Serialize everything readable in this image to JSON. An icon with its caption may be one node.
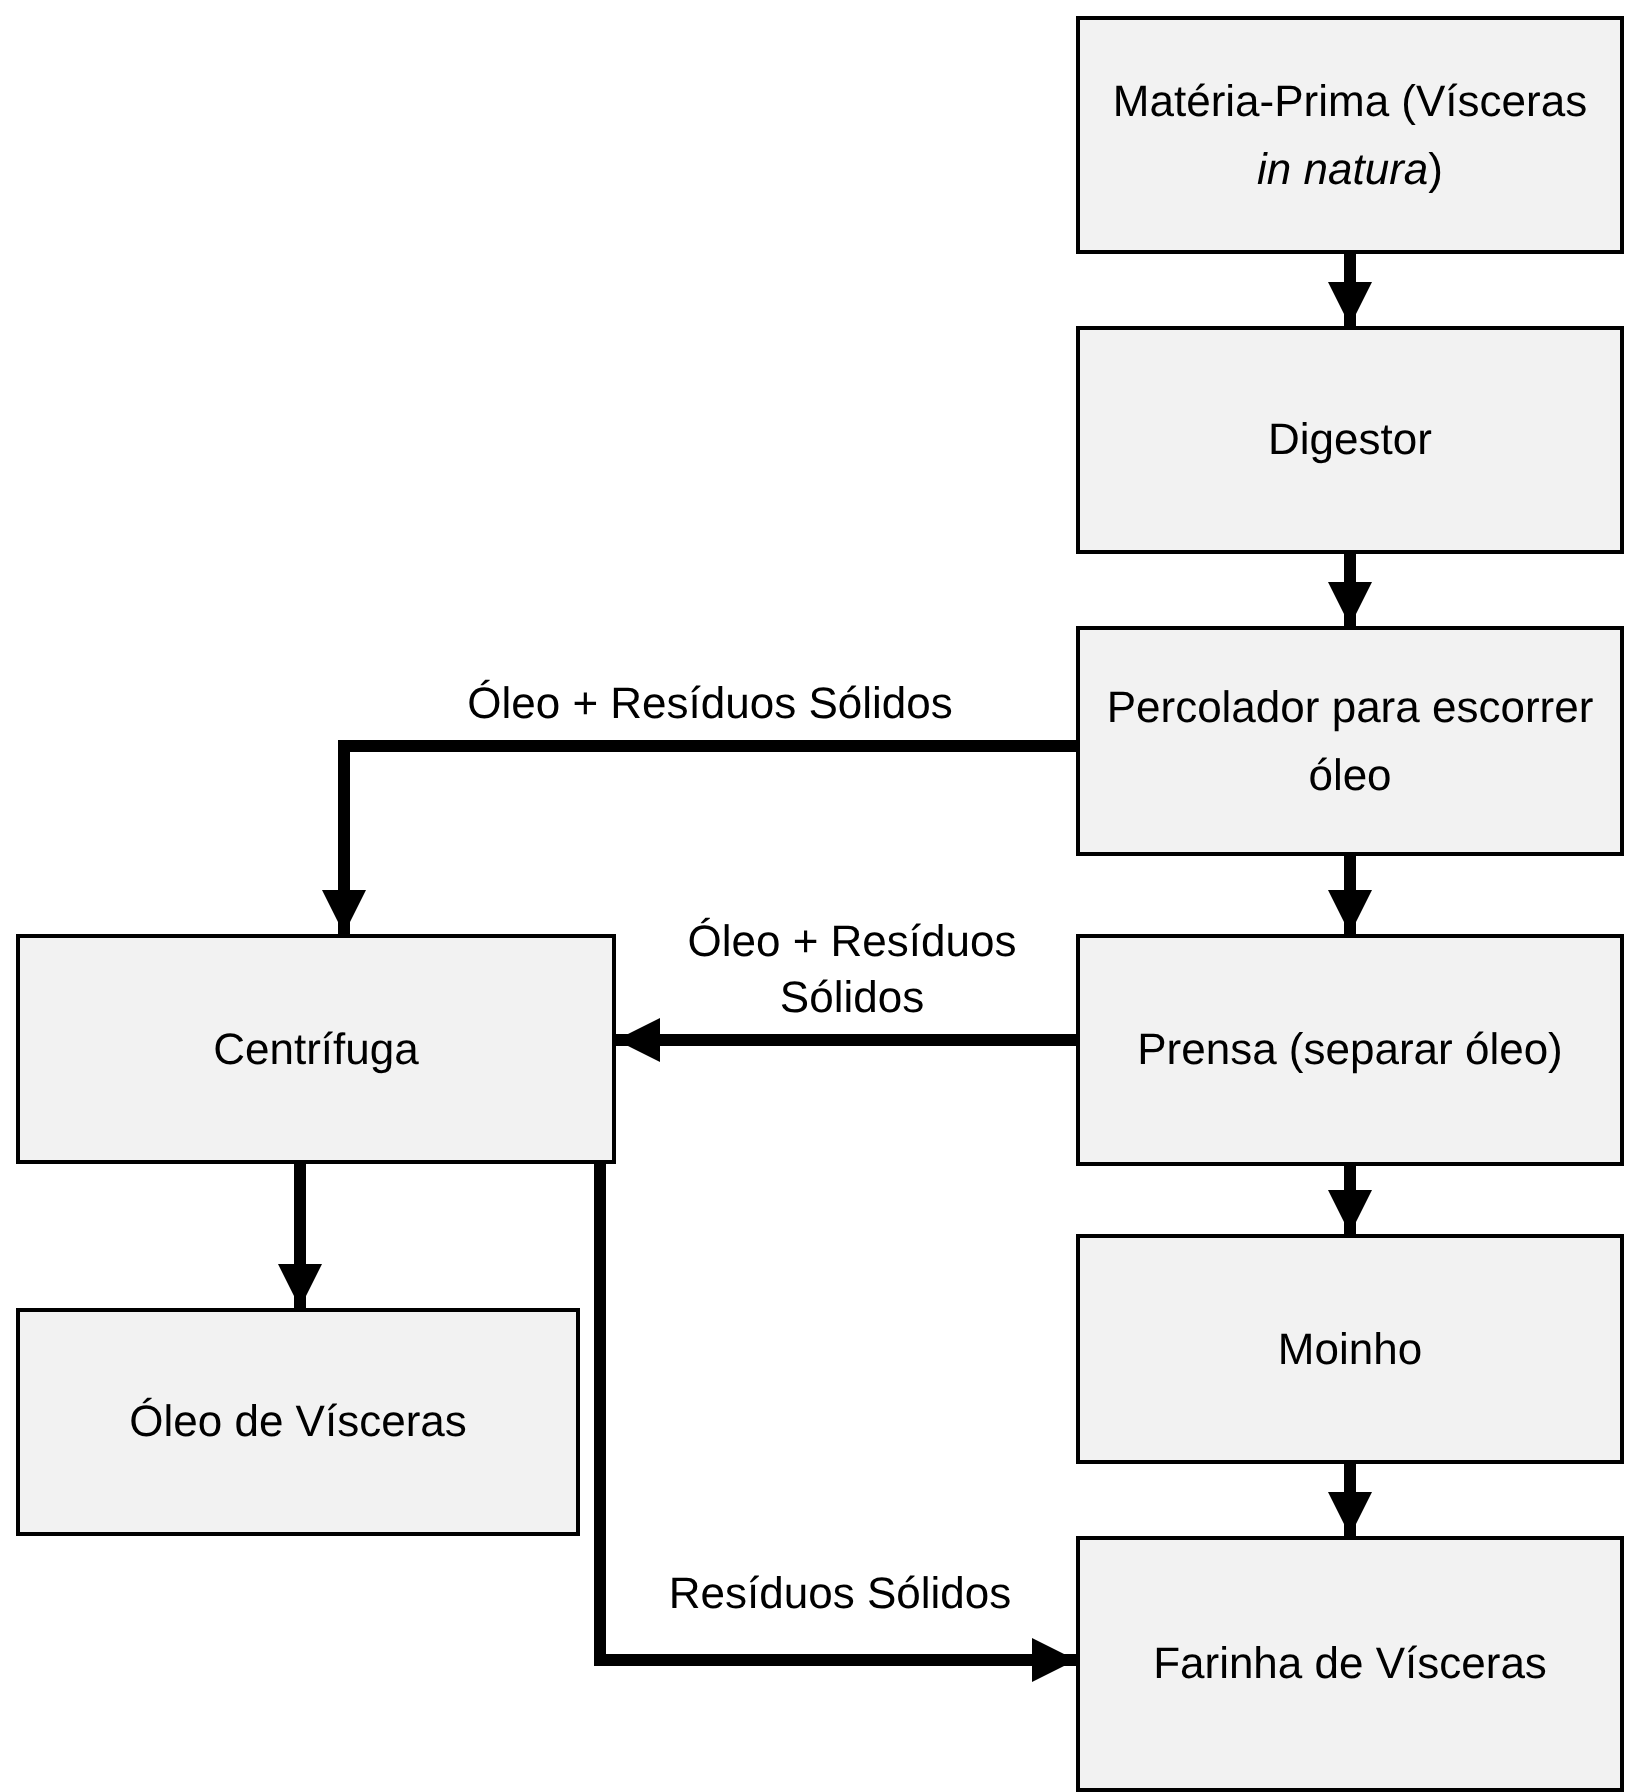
{
  "diagram": {
    "nodes": [
      {
        "text": [
          "Matéria-Prima (Vísceras *in natura*)"
        ]
      },
      {
        "text": [
          "Digestor"
        ]
      },
      {
        "text": [
          "Percolador para escorrer óleo"
        ]
      },
      {
        "text": [
          "Centrífuga"
        ]
      },
      {
        "text": [
          "Prensa (separar óleo)"
        ]
      },
      {
        "text": [
          "Moinho"
        ]
      },
      {
        "text": [
          "Óleo de Vísceras"
        ]
      },
      {
        "text": [
          "Farinha de Vísceras"
        ]
      }
    ],
    "edges": [
      {
        "from": 0,
        "to": 1,
        "arrow": "to"
      },
      {
        "from": 1,
        "to": 2,
        "arrow": "to"
      },
      {
        "from": 2,
        "to": 4,
        "arrow": "to"
      },
      {
        "from": 4,
        "to": 5,
        "arrow": "to"
      },
      {
        "from": 5,
        "to": 7,
        "arrow": "to"
      },
      {
        "from": 2,
        "to": 3,
        "arrow": "to",
        "label": "Óleo + Resíduos Sólidos"
      },
      {
        "from": 4,
        "to": 3,
        "arrow": "to",
        "label": "Óleo + Resíduos Sólidos"
      },
      {
        "from": 3,
        "to": 6,
        "arrow": "to"
      },
      {
        "from": 3,
        "to": 7,
        "arrow": "to",
        "label": "Resíduos Sólidos"
      }
    ]
  }
}
